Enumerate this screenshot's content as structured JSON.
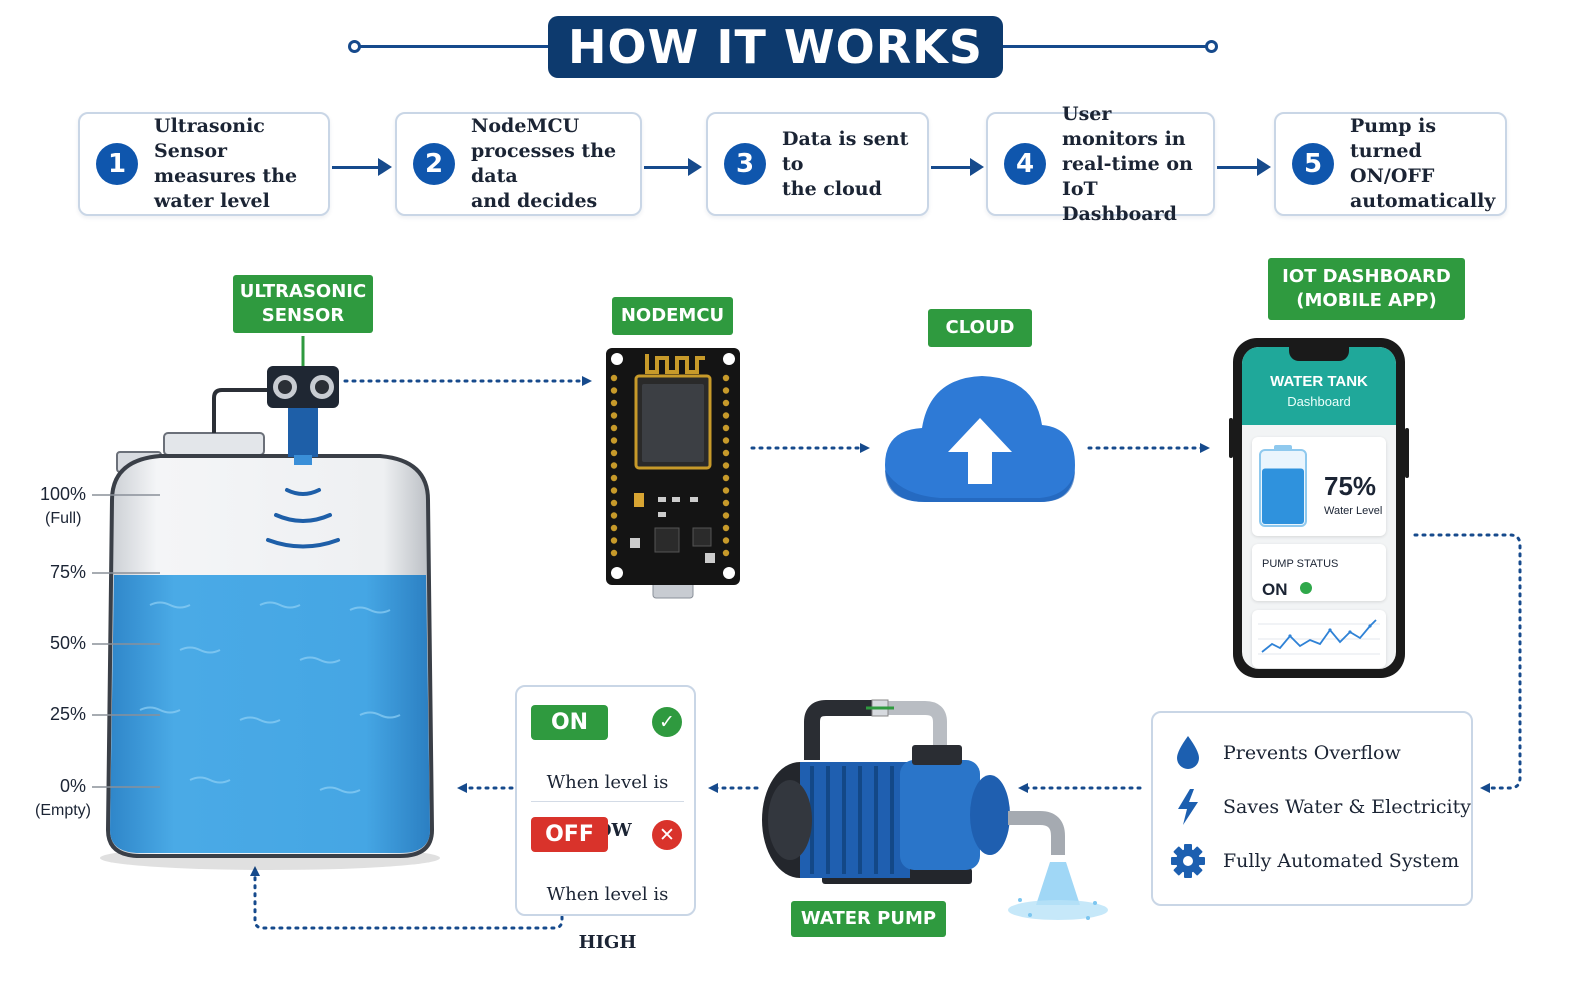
{
  "header": {
    "title": "HOW IT WORKS"
  },
  "steps": [
    {
      "number": "1",
      "text": "Ultrasonic Sensor\nmeasures the\nwater level"
    },
    {
      "number": "2",
      "text": "NodeMCU\nprocesses the data\nand decides"
    },
    {
      "number": "3",
      "text": "Data is sent to\nthe cloud"
    },
    {
      "number": "4",
      "text": "User monitors in\nreal-time on IoT\nDashboard"
    },
    {
      "number": "5",
      "text": "Pump is turned\nON/OFF\nautomatically"
    }
  ],
  "labels": {
    "sensor": "ULTRASONIC\nSENSOR",
    "nodemcu": "NODEMCU",
    "cloud": "CLOUD",
    "dashboard": "IOT DASHBOARD\n(MOBILE APP)",
    "pump": "WATER PUMP"
  },
  "tank_scale": {
    "full_label": "100%",
    "full_sub": "(Full)",
    "p75": "75%",
    "p50": "50%",
    "p25": "25%",
    "empty_label": "0%",
    "empty_sub": "(Empty)",
    "fill_level": 0.75
  },
  "phone": {
    "title": "WATER TANK",
    "subtitle": "Dashboard",
    "level_value": "75%",
    "level_label": "Water Level",
    "pump_status_title": "PUMP STATUS",
    "pump_status_value": "ON",
    "status_color": "#2fa84a"
  },
  "control": {
    "on_badge": "ON",
    "on_condition_prefix": "When level is",
    "on_condition_level": "LOW",
    "off_badge": "OFF",
    "off_condition_prefix": "When level is",
    "off_condition_level": "HIGH",
    "on_icon": "check-icon",
    "off_icon": "x-icon"
  },
  "benefits": [
    {
      "icon": "water-drop-icon",
      "text": "Prevents Overflow"
    },
    {
      "icon": "lightning-icon",
      "text": "Saves Water & Electricity"
    },
    {
      "icon": "gear-icon",
      "text": "Fully Automated System"
    }
  ],
  "colors": {
    "navy": "#0d3a6e",
    "step_blue": "#0f56ad",
    "label_green": "#2f9a3f",
    "water_blue": "#3a9fe0",
    "on_green": "#2f9a3f",
    "off_red": "#d9332b",
    "arrow_blue": "#164a8c"
  }
}
